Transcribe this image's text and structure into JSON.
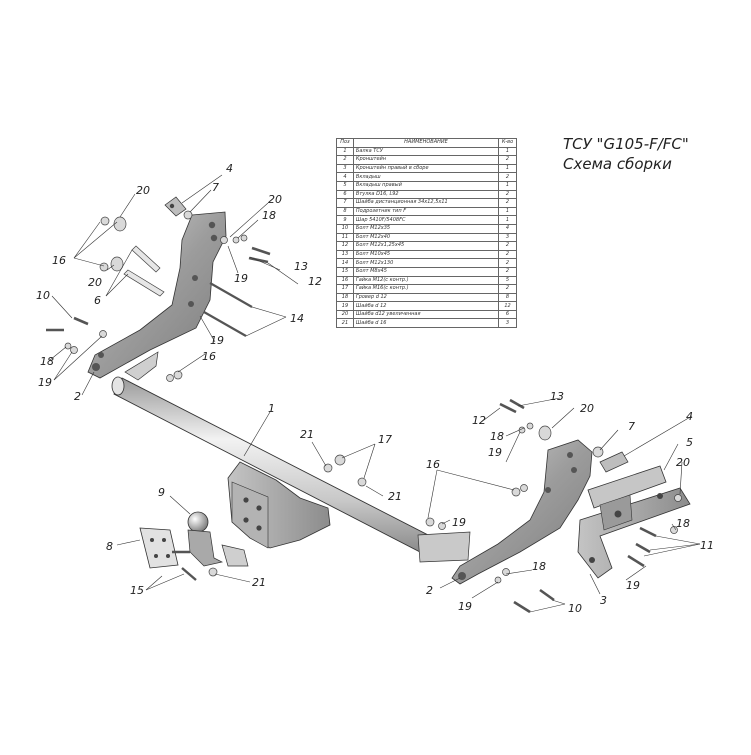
{
  "title": {
    "line1": "ТСУ \"G105-F/FC\"",
    "line2": "Схема сборки"
  },
  "parts_table": {
    "headers": [
      "Поз",
      "НАИМЕНОВАНИЕ",
      "К-во"
    ],
    "rows": [
      {
        "pos": "1",
        "name": "Балка ТСУ",
        "qty": "1"
      },
      {
        "pos": "2",
        "name": "Кронштейн",
        "qty": "2"
      },
      {
        "pos": "3",
        "name": "Кронштейн правый в сборе",
        "qty": "1"
      },
      {
        "pos": "4",
        "name": "Вкладыш",
        "qty": "2"
      },
      {
        "pos": "5",
        "name": "Вкладыш правый",
        "qty": "1"
      },
      {
        "pos": "6",
        "name": "Втулка D16, L92",
        "qty": "2"
      },
      {
        "pos": "7",
        "name": "Шайба дистанционная 34х12,5х11",
        "qty": "2"
      },
      {
        "pos": "8",
        "name": "Подрозетник тип F",
        "qty": "1"
      },
      {
        "pos": "9",
        "name": "Шар 5410F/5408FC",
        "qty": "1"
      },
      {
        "pos": "10",
        "name": "Болт М12х35",
        "qty": "4"
      },
      {
        "pos": "11",
        "name": "Болт М12х40",
        "qty": "3"
      },
      {
        "pos": "12",
        "name": "Болт М12х1,25х45",
        "qty": "2"
      },
      {
        "pos": "13",
        "name": "Болт М10х45",
        "qty": "2"
      },
      {
        "pos": "14",
        "name": "Болт М12х130",
        "qty": "2"
      },
      {
        "pos": "15",
        "name": "Болт М8х45",
        "qty": "2"
      },
      {
        "pos": "16",
        "name": "Гайка М12(с контр.)",
        "qty": "5"
      },
      {
        "pos": "17",
        "name": "Гайка М16(с контр.)",
        "qty": "2"
      },
      {
        "pos": "18",
        "name": "Гровер d 12",
        "qty": "8"
      },
      {
        "pos": "19",
        "name": "Шайба d 12",
        "qty": "12"
      },
      {
        "pos": "20",
        "name": "Шайба d12 увеличенная",
        "qty": "6"
      },
      {
        "pos": "21",
        "name": "Шайба d 16",
        "qty": "3"
      }
    ]
  },
  "callouts": [
    {
      "id": "c4a",
      "text": "4"
    },
    {
      "id": "c7a",
      "text": "7"
    },
    {
      "id": "c20a",
      "text": "20"
    },
    {
      "id": "c20b",
      "text": "20"
    },
    {
      "id": "c18a",
      "text": "18"
    },
    {
      "id": "c16a",
      "text": "16"
    },
    {
      "id": "c20c",
      "text": "20"
    },
    {
      "id": "c6",
      "text": "6"
    },
    {
      "id": "c19a",
      "text": "19"
    },
    {
      "id": "c13a",
      "text": "13"
    },
    {
      "id": "c12a",
      "text": "12"
    },
    {
      "id": "c10a",
      "text": "10"
    },
    {
      "id": "c14",
      "text": "14"
    },
    {
      "id": "c18b",
      "text": "18"
    },
    {
      "id": "c19b",
      "text": "19"
    },
    {
      "id": "c16b",
      "text": "16"
    },
    {
      "id": "c19c",
      "text": "19"
    },
    {
      "id": "c2a",
      "text": "2"
    },
    {
      "id": "c1",
      "text": "1"
    },
    {
      "id": "c21a",
      "text": "21"
    },
    {
      "id": "c17",
      "text": "17"
    },
    {
      "id": "c21b",
      "text": "21"
    },
    {
      "id": "c9",
      "text": "9"
    },
    {
      "id": "c8",
      "text": "8"
    },
    {
      "id": "c15",
      "text": "15"
    },
    {
      "id": "c21c",
      "text": "21"
    },
    {
      "id": "c12b",
      "text": "12"
    },
    {
      "id": "c13b",
      "text": "13"
    },
    {
      "id": "c18c",
      "text": "18"
    },
    {
      "id": "c20d",
      "text": "20"
    },
    {
      "id": "c19d",
      "text": "19"
    },
    {
      "id": "c7b",
      "text": "7"
    },
    {
      "id": "c4b",
      "text": "4"
    },
    {
      "id": "c5",
      "text": "5"
    },
    {
      "id": "c20e",
      "text": "20"
    },
    {
      "id": "c16c",
      "text": "16"
    },
    {
      "id": "c19e",
      "text": "19"
    },
    {
      "id": "c18d",
      "text": "18"
    },
    {
      "id": "c11",
      "text": "11"
    },
    {
      "id": "c19f",
      "text": "19"
    },
    {
      "id": "c2b",
      "text": "2"
    },
    {
      "id": "c18e",
      "text": "18"
    },
    {
      "id": "c19g",
      "text": "19"
    },
    {
      "id": "c10b",
      "text": "10"
    },
    {
      "id": "c3",
      "text": "3"
    }
  ]
}
